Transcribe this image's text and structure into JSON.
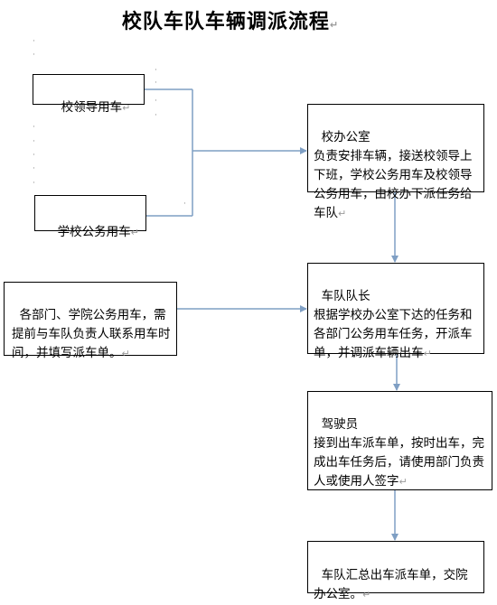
{
  "title": "校队车队车辆调派流程",
  "mark": "↵",
  "boxes": {
    "leader_car": "校领导用车",
    "school_car": "学校公务用车",
    "office": "校办公室\n负责安排车辆，接送校领导上下班，学校公务用车及校领导公务用车，由校办下派任务给车队",
    "departments": "各部门、学院公务用车，需提前与车队负责人联系用车时间，并填写派车单。",
    "captain": "车队队长\n根据学校办公室下达的任务和各部门公务用车任务，开派车单，并调派车辆出车",
    "driver": "驾驶员\n接到出车派车单，按时出车，完成出车任务后，请使用部门负责人或使用人签字",
    "summary": "车队汇总出车派车单，交院办公室。"
  },
  "colors": {
    "arrow": "#7f9fc4",
    "border": "#000000"
  }
}
